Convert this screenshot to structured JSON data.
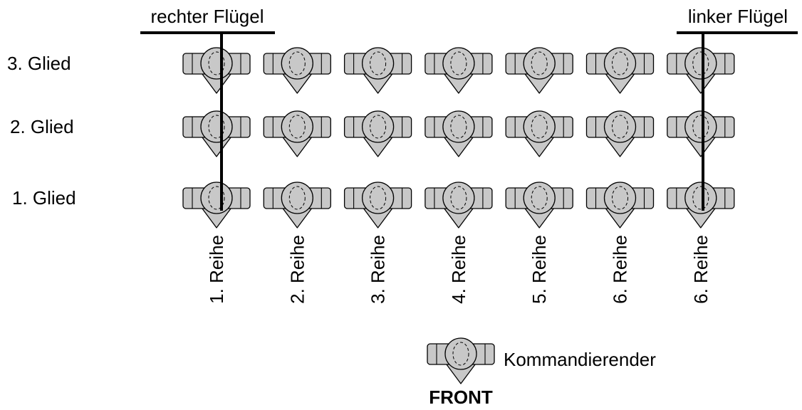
{
  "flanks": {
    "right": "rechter Flügel",
    "left": "linker Flügel"
  },
  "ranks": [
    "3. Glied",
    "2. Glied",
    "1. Glied"
  ],
  "files": [
    "1. Reihe",
    "2. Reihe",
    "3. Reihe",
    "4. Reihe",
    "5. Reihe",
    "6. Reihe",
    "6. Reihe"
  ],
  "legend": {
    "label": "Kommandierender"
  },
  "front_label": "FRONT",
  "icons": {
    "soldier": "soldier-topdown-icon"
  },
  "colors": {
    "figure_fill": "#c8c8c8",
    "stroke": "#000000",
    "background": "#ffffff"
  }
}
